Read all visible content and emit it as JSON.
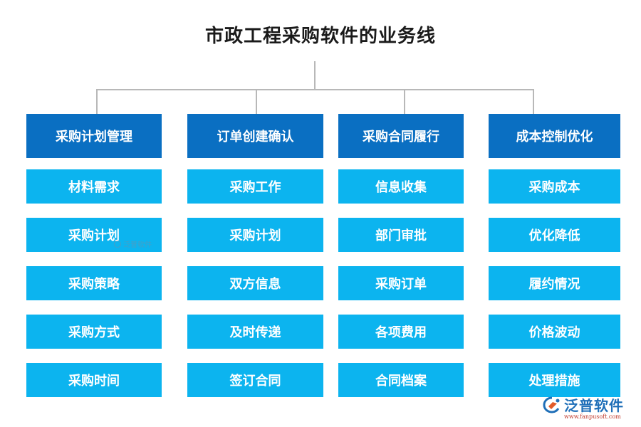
{
  "title": "市政工程采购软件的业务线",
  "columns": [
    {
      "header": "采购计划管理",
      "items": [
        "材料需求",
        "采购计划",
        "采购策略",
        "采购方式",
        "采购时间"
      ]
    },
    {
      "header": "订单创建确认",
      "items": [
        "采购工作",
        "采购计划",
        "双方信息",
        "及时传递",
        "签订合同"
      ]
    },
    {
      "header": "采购合同履行",
      "items": [
        "信息收集",
        "部门审批",
        "采购订单",
        "各项费用",
        "合同档案"
      ]
    },
    {
      "header": "成本控制优化",
      "items": [
        "采购成本",
        "优化降低",
        "履约情况",
        "价格波动",
        "处理措施"
      ]
    }
  ],
  "watermark": "泛普软件",
  "logo": {
    "name": "泛普软件",
    "url": "www.fanpusoft.com"
  },
  "colors": {
    "header_bg": "#0a6fc2",
    "item_bg": "#0cb4ef",
    "connector": "#b8b8b8",
    "logo": "#1f6fb8"
  }
}
